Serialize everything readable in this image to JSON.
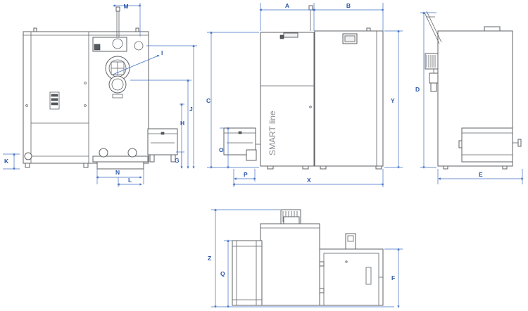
{
  "dimension_labels": {
    "M": "M",
    "I": "I",
    "C": "C",
    "J": "J",
    "H": "H",
    "K": "K",
    "G": "G",
    "N": "N",
    "L": "L",
    "A": "A",
    "B": "B",
    "Y": "Y",
    "O": "O",
    "P": "P",
    "X": "X",
    "D": "D",
    "E": "E",
    "Z": "Z",
    "Q": "Q",
    "F": "F"
  },
  "brand_text": "SMART line",
  "colors": {
    "dimension_lines": "#3f6fc3",
    "dimension_text": "#2d57a8",
    "outline": "#5f6266",
    "background": "#ffffff"
  }
}
